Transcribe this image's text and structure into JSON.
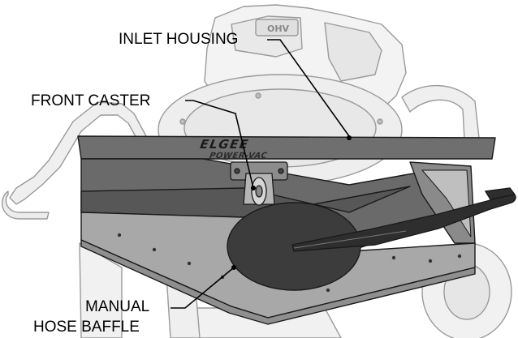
{
  "labels": {
    "inlet_housing": "INLET HOUSING",
    "front_caster": "FRONT CASTER",
    "manual_hose_baffle_line1": "MANUAL",
    "manual_hose_baffle_line2": "HOSE BAFFLE"
  },
  "brand": {
    "name": "ELGEE",
    "subtitle": "POWER-VAC",
    "engine_badge": "OHV"
  },
  "colors": {
    "outline": "#1a1a1a",
    "ghost_fill": "#f3f3f3",
    "ghost_line": "#9a9a9a",
    "housing_fill": "#6f6f6f",
    "housing_dark": "#4d4d4d",
    "housing_light": "#8a8a8a",
    "plate_fill": "#a8a8a8",
    "baffle_fill": "#3c3c3c",
    "background": "#ffffff"
  }
}
